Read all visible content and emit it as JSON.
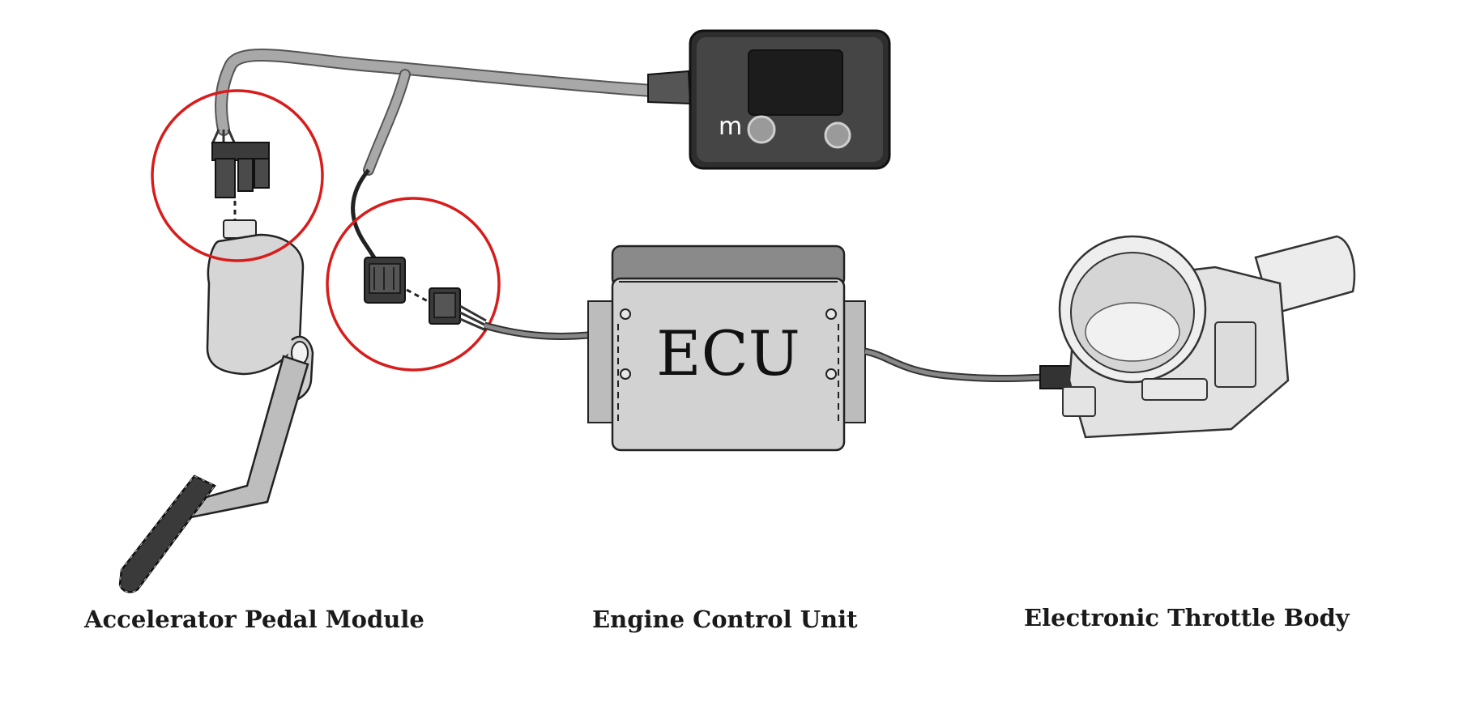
{
  "captions": {
    "pedal": "Accelerator Pedal Module",
    "ecu": "Engine Control Unit",
    "throttle": "Electronic Throttle Body"
  },
  "ecu_box": {
    "label": "ECU"
  },
  "controller": {
    "button_label": "m"
  },
  "colors": {
    "highlight_circle": "#d81c1c",
    "cable": "#9a9a9a",
    "device_body": "#3a3a3a",
    "screen": "#1c1c1c"
  }
}
